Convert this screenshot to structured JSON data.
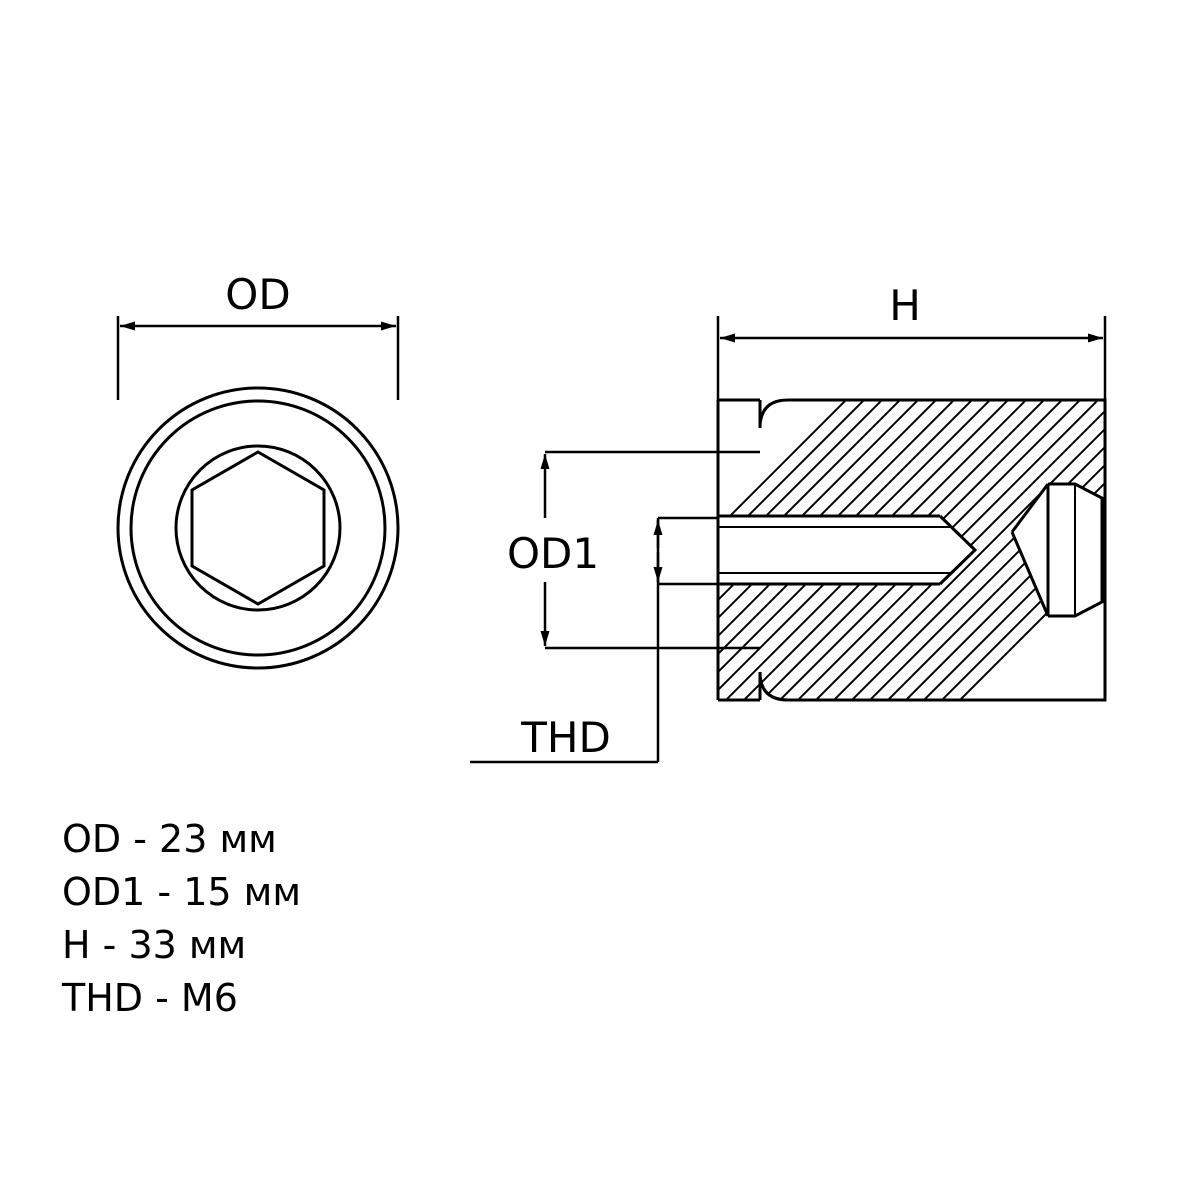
{
  "diagram": {
    "title": "Socket head cap screw / threaded insert dimension drawing",
    "labels": {
      "od": "OD",
      "od1": "OD1",
      "h": "H",
      "thd": "THD"
    },
    "views": {
      "front": "front-view-hex-socket",
      "section": "section-view-hatched"
    },
    "specs": [
      "OD - 23 мм",
      "OD1 - 15 мм",
      "H - 33 мм",
      "THD - M6"
    ],
    "colors": {
      "line": "#000000",
      "background": "#ffffff"
    }
  }
}
